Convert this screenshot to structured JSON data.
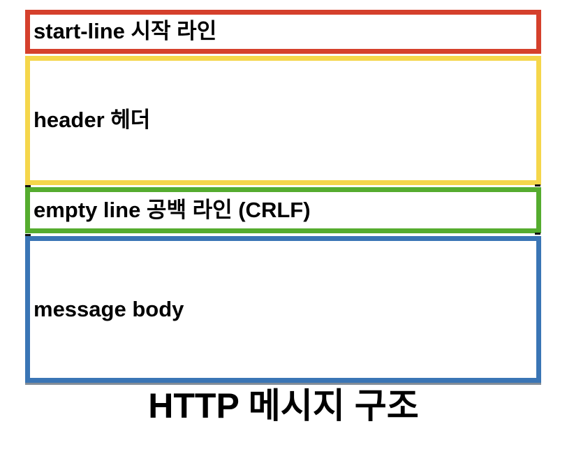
{
  "diagram": {
    "title": "HTTP 메시지 구조",
    "background_color": "#ffffff",
    "text_color": "#000000",
    "tick_color": "#111111",
    "boxes": [
      {
        "id": "start-line",
        "label": "start-line 시작 라인",
        "border_color": "#d5402c"
      },
      {
        "id": "header",
        "label": "header 헤더",
        "border_color": "#f5d64b"
      },
      {
        "id": "empty-line",
        "label": "empty line 공백 라인 (CRLF)",
        "border_color": "#55ac2f"
      },
      {
        "id": "message-body",
        "label": "message body",
        "border_color": "#3a75b5"
      }
    ]
  }
}
